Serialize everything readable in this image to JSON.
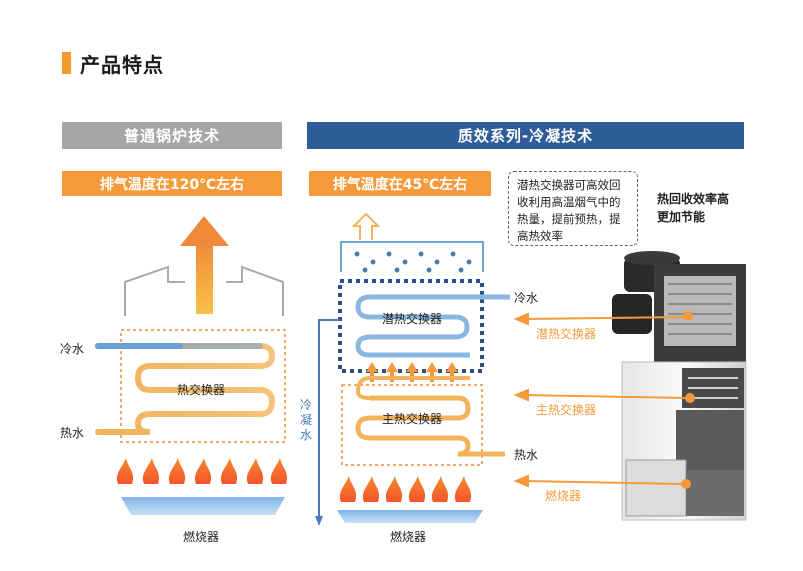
{
  "page": {
    "title": "产品特点"
  },
  "left": {
    "band": "普通锅炉技术",
    "exhaust": "排气温度在120℃左右",
    "cold_water": "冷水",
    "hot_water": "热水",
    "exchanger": "热交换器",
    "burner": "燃烧器"
  },
  "right": {
    "band": "质效系列-冷凝技术",
    "exhaust": "排气温度在45℃左右",
    "latent_exchanger": "潜热交换器",
    "main_exchanger": "主热交换器",
    "cold_water": "冷水",
    "hot_water": "热水",
    "condensate": "冷\n凝\n水",
    "burner": "燃烧器",
    "note": "潜热交换器可高效回\n收利用高温烟气中的\n热量，提前预热，提\n高热效率",
    "side_note": "热回收效率高\n更加节能",
    "callouts": [
      "潜热交换器",
      "主热交换器",
      "燃烧器"
    ]
  },
  "colors": {
    "accent": "#f49a3a",
    "gray_band": "#a6a6a6",
    "blue_band": "#2e5d9a",
    "pipe_blue": "#6aa3d8",
    "coil_orange": "#f2b35a"
  }
}
